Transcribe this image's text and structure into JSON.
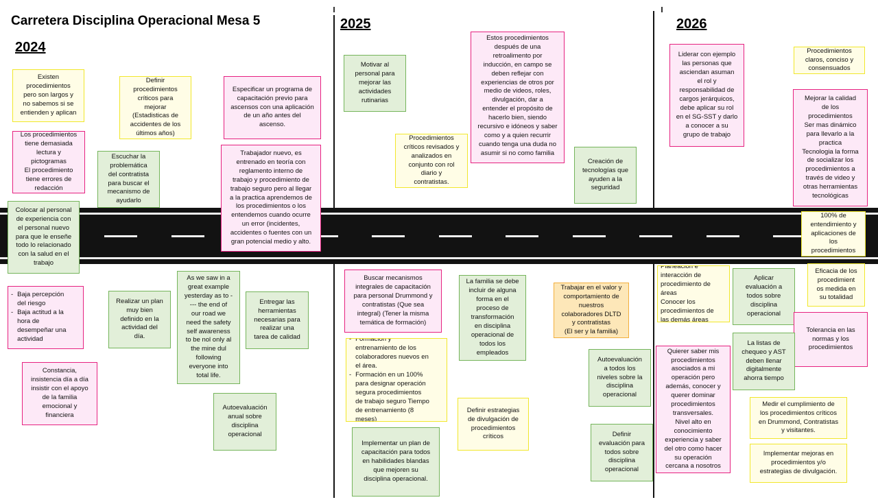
{
  "title": "Carretera Disciplina Operacional Mesa 5",
  "years": [
    "2024",
    "2025",
    "2026"
  ],
  "notes": [
    {
      "id": "n01",
      "color": "y",
      "text": "Existen\nprocedimientos\npero son largos y\nno sabemos si se\nentienden y aplican"
    },
    {
      "id": "n02",
      "color": "p",
      "text": "Los procedimientos\ntiene demasiada\nlectura y\npictogramas\nEl procedimiento\ntiene errores de\nredacción"
    },
    {
      "id": "n03",
      "color": "g",
      "text": "Colocar al personal\nde experiencia con\nel personal nuevo\npara que le enseñe\ntodo lo relacionado\ncon la salud en el\ntrabajo"
    },
    {
      "id": "n04",
      "color": "y",
      "text": "Definir\nprocedimientos\ncríticos para\nmejorar\n(Estadisticas de\naccidentes de los\núltimos años)"
    },
    {
      "id": "n05",
      "color": "g",
      "text": "Escuchar la\nproblemática\ndel contratista\npara buscar el\nmecanismo de\nayudarlo"
    },
    {
      "id": "n06",
      "color": "p",
      "text": "Especificar un programa de\ncapacitación previo para\nascensos con una aplicación\nde un año antes del\nascenso."
    },
    {
      "id": "n07",
      "color": "p",
      "text": "Trabajador nuevo, es\nentrenado en teoría con\nreglamento interno de\ntrabajo y procedimiento de\ntrabajo seguro pero al llegar\na la practica aprendemos de\nlos procedimientos o los\nentendemos cuando ocurre\nun error (incidentes,\naccidentes o fuentes con un\ngran potencial  medio y alto."
    },
    {
      "id": "n08",
      "color": "p",
      "list": [
        "Baja percepción\ndel riesgo",
        "Baja actitud a la\nhora de\ndesempeñar una\nactividad"
      ]
    },
    {
      "id": "n09",
      "color": "p",
      "text": "Constancia,\ninsistencia día a día\ninsistir con el apoyo\nde la familia\nemocional y\nfinanciera"
    },
    {
      "id": "n10",
      "color": "g",
      "text": "Realizar un plan\nmuy bien\ndefinido en la\nactividad del\ndía."
    },
    {
      "id": "n11",
      "color": "g",
      "text": "As we saw in a\ngreat example\nyesterday as to -\n--- the end of\nour road we\nneed the safety\nself awareness\nto be nol only al\nthe mine dul\nfollowing\neveryone into\ntotal life."
    },
    {
      "id": "n12",
      "color": "g",
      "text": "Entregar las\nherramientas\nnecesarias para\nrealizar una\ntarea de calidad"
    },
    {
      "id": "n13",
      "color": "g",
      "text": "Autoevaluación\nanual sobre\ndisciplina\noperacional"
    },
    {
      "id": "n14",
      "color": "g",
      "text": "Motivar al\npersonal para\nmejorar las\nactividades\nrutinarias"
    },
    {
      "id": "n15",
      "color": "y",
      "text": "Procedimientos\ncríticos revisados y\nanalizados en\nconjunto con rol\ndiario y\ncontratistas."
    },
    {
      "id": "n16",
      "color": "p",
      "text": "Estos procedimientos\ndespués de una\nretroalimento por\ninducción, en campo se\ndeben reflejar con\nexperiencias de otros por\nmedio de videos, roles,\ndivulgación, dar a\nentender el propósito de\nhacerlo bien, siendo\nrecursivo e idóneos y saber\ncomo y a quien recurrir\ncuando tenga una duda no\nasumir si no como familia"
    },
    {
      "id": "n17",
      "color": "g",
      "text": "Creación de\ntecnologías que\nayuden a la\nseguridad"
    },
    {
      "id": "n18",
      "color": "p",
      "text": "Buscar mecanismos\nintegrales de capacitación\npara personal Drummond y\ncontratistas (Que sea\nintegral) (Tener la misma\ntemática de formación)"
    },
    {
      "id": "n19",
      "color": "y",
      "list": [
        "Formación y\nentrenamiento de los\ncolaboradores nuevos en\nel área.",
        "Formación en un 100%\npara designar operación\nsegura procedimientos\nde trabajo seguro Tiempo\nde entrenamiento (8\nmeses)"
      ]
    },
    {
      "id": "n20",
      "color": "g",
      "text": "Implementar un plan de\ncapacitación para todos\nen habilidades blandas\nque mejoren su\ndisciplina operacional."
    },
    {
      "id": "n21",
      "color": "g",
      "text": "La familia se debe\nincluir de alguna\nforma en el\nproceso de\ntransformación\nen disciplina\noperacional de\ntodos los\nempleados"
    },
    {
      "id": "n22",
      "color": "y",
      "text": "Definir estrategias\nde divulgación de\nprocedimientos\ncríticos"
    },
    {
      "id": "n23",
      "color": "o",
      "text": "Trabajar en el valor y\ncomportamiento de\nnuestros\ncolaboradores DLTD\ny contratistas\n(El ser y la familia)"
    },
    {
      "id": "n24",
      "color": "g",
      "text": "Autoevaluación\na todos los\nniveles sobre la\ndisciplina\noperacional"
    },
    {
      "id": "n25",
      "color": "g",
      "text": "Definir\nevaluación para\ntodos sobre\ndisciplina\noperacional"
    },
    {
      "id": "n26",
      "color": "p",
      "text": "Liderar con ejemplo\nlas personas que\nasciendan asuman\nel rol y\nresponsabilidad de\ncargos jerárquicos,\ndebe aplicar su rol\nen el SG-SST y darlo\na conocer a su\ngrupo de trabajo"
    },
    {
      "id": "n27",
      "color": "y",
      "text": "Procedimientos\nclaros, conciso y\nconsensuados"
    },
    {
      "id": "n28",
      "color": "p",
      "text": "Mejorar la calidad\nde los\nprocedimientos\nSer mas dinámico\npara llevarlo a la\npractica\nTecnologia la forma\nde socializar los\nprocedimientos a\ntravés de video y\notras herramientas\ntecnológicas"
    },
    {
      "id": "n29",
      "color": "y",
      "text": "100% de\nentendimiento y\naplicaciones de\nlos\nprocedimientos"
    },
    {
      "id": "n30",
      "color": "y",
      "text": "Planeación e\ninteracción de\nprocedimiento de\náreas\nConocer los\nprocedimientos de\nlas demás áreas"
    },
    {
      "id": "n31",
      "color": "g",
      "text": "Aplicar\nevaluación a\ntodos sobre\ndisciplina\noperacional"
    },
    {
      "id": "n32",
      "color": "y",
      "text": "Eficacia de los\nprocedimient\nos medida en\nsu totalidad"
    },
    {
      "id": "n33",
      "color": "p",
      "text": "Tolerancia en las\nnormas y los\nprocedimientos"
    },
    {
      "id": "n34",
      "color": "g",
      "text": "La listas de\nchequeo y AST\ndeben llenar\ndigitalmente\nahorra tiempo"
    },
    {
      "id": "n35",
      "color": "p",
      "text": "Quierer saber mis\nprocedimientos\nasociados a mi\noperación pero\nademás, conocer y\nquerer dominar\nprocedimientos\ntransversales.\nNivel alto en\nconocimiento\nexperiencia y saber\ndel otro como hacer\nsu operación\ncercana a nosotros"
    },
    {
      "id": "n36",
      "color": "y",
      "text": "Medir el cumplimiento de\nlos procedimientos críticos\nen Drummond, Contratistas\ny visitantes."
    },
    {
      "id": "n37",
      "color": "y",
      "text": "Implementar mejoras en\nprocedimientos y/o\nestrategias de divulgación."
    }
  ]
}
